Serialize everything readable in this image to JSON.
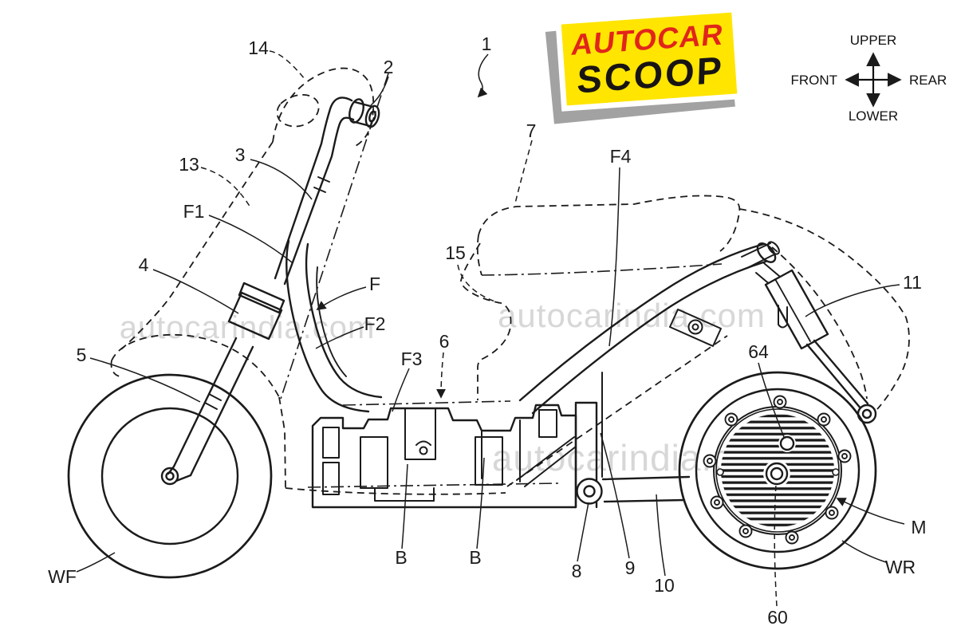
{
  "logo": {
    "line1": "AUTOCAR",
    "line2": "SCOOP",
    "bg_color": "#ffe500",
    "line1_color": "#e1251b",
    "line2_color": "#181414",
    "shadow_color": "#a2a2a2"
  },
  "compass": {
    "upper": "UPPER",
    "lower": "LOWER",
    "front": "FRONT",
    "rear": "REAR"
  },
  "watermark": {
    "text": "autocarindia.com",
    "color": "#d7d7d7"
  },
  "drawing": {
    "ink_color": "#1b1b1b",
    "subject": "scooter patent side view",
    "labels": [
      {
        "text": "1"
      },
      {
        "text": "2"
      },
      {
        "text": "3"
      },
      {
        "text": "4"
      },
      {
        "text": "5"
      },
      {
        "text": "6"
      },
      {
        "text": "7"
      },
      {
        "text": "8"
      },
      {
        "text": "9"
      },
      {
        "text": "10"
      },
      {
        "text": "11"
      },
      {
        "text": "13"
      },
      {
        "text": "14"
      },
      {
        "text": "15"
      },
      {
        "text": "60"
      },
      {
        "text": "64"
      },
      {
        "text": "B"
      },
      {
        "text": "B"
      },
      {
        "text": "F"
      },
      {
        "text": "F1"
      },
      {
        "text": "F2"
      },
      {
        "text": "F3"
      },
      {
        "text": "F4"
      },
      {
        "text": "M"
      },
      {
        "text": "WF"
      },
      {
        "text": "WR"
      }
    ]
  }
}
